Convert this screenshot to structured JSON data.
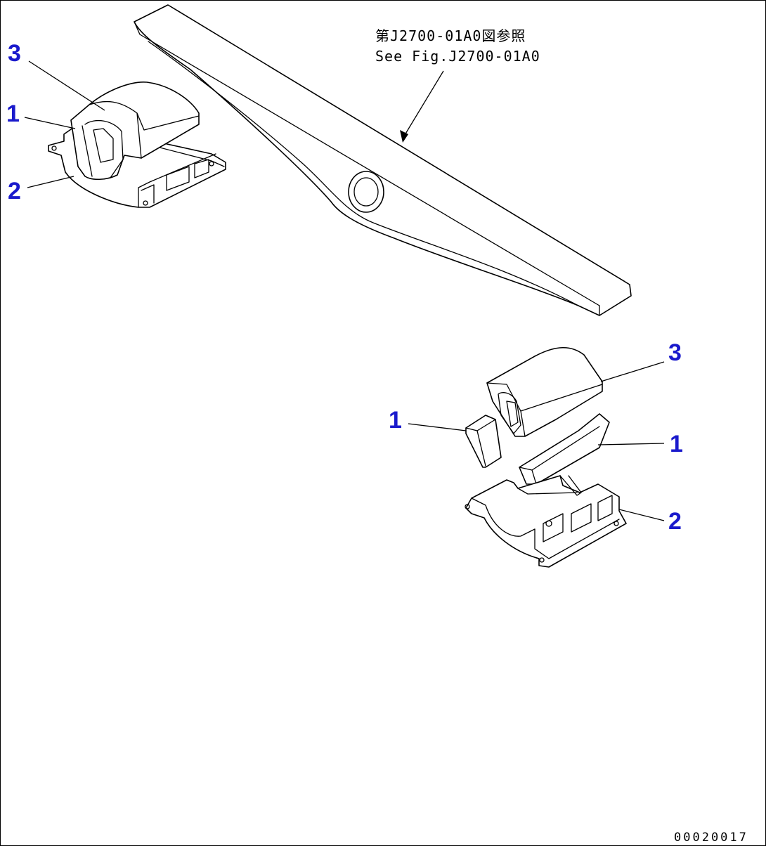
{
  "reference": {
    "line_jp": "第J2700-01A0図参照",
    "line_en": "See Fig.J2700-01A0"
  },
  "callouts": {
    "left_top": "3",
    "left_mid": "1",
    "left_bottom": "2",
    "right_top": "3",
    "right_left": "1",
    "right_right": "1",
    "right_bottom": "2"
  },
  "figure_code": "00020017",
  "colors": {
    "callout": "#1a1acc",
    "line": "#000000"
  }
}
